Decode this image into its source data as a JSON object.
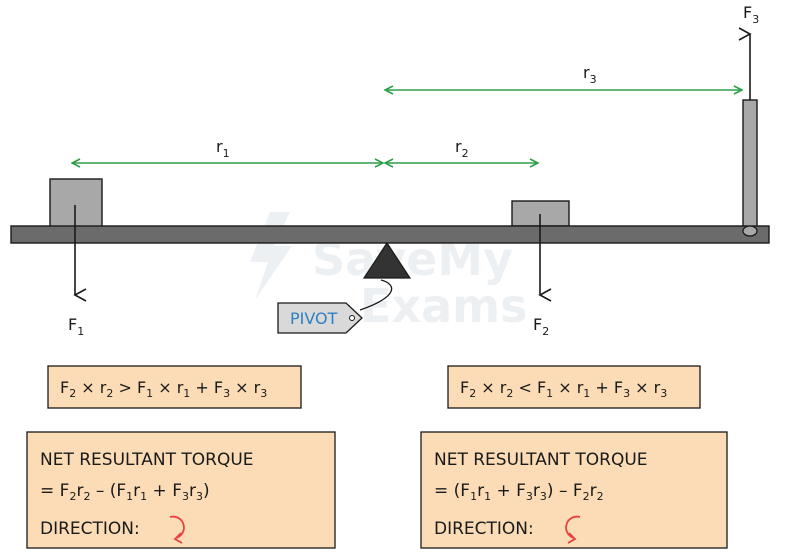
{
  "watermark": {
    "line1": "SaveMy",
    "line2": "Exams"
  },
  "labels": {
    "F1": {
      "main": "F",
      "sub": "1"
    },
    "F2": {
      "main": "F",
      "sub": "2"
    },
    "F3": {
      "main": "F",
      "sub": "3"
    },
    "r1": {
      "main": "r",
      "sub": "1"
    },
    "r2": {
      "main": "r",
      "sub": "2"
    },
    "r3": {
      "main": "r",
      "sub": "3"
    }
  },
  "pivot_tag": "PIVOT",
  "left_inequality": {
    "t1": "F",
    "s1": "2",
    "t2": " × r",
    "s2": "2",
    "t3": "  >  F",
    "s3": "1",
    "t4": " × r",
    "s4": "1",
    "t5": "  +  F",
    "s5": "3",
    "t6": " × r",
    "s6": "3"
  },
  "right_inequality": {
    "t1": "F",
    "s1": "2",
    "t2": " × r",
    "s2": "2",
    "t3": "  <  F",
    "s3": "1",
    "t4": " × r",
    "s4": "1",
    "t5": "  +  F",
    "s5": "3",
    "t6": " × r",
    "s6": "3"
  },
  "left_result": {
    "heading": "NET  RESULTANT  TORQUE",
    "eq": {
      "t1": "= F",
      "s1": "2",
      "t2": "r",
      "s2": "2",
      "t3": " – (F",
      "s3": "1",
      "t4": "r",
      "s4": "1",
      "t5": "  +  F",
      "s5": "3",
      "t6": "r",
      "s6": "3",
      "t7": ")"
    },
    "direction_label": "DIRECTION:",
    "direction_icon": "clockwise-arrow-icon"
  },
  "right_result": {
    "heading": "NET  RESULTANT  TORQUE",
    "eq": {
      "t1": "= (F",
      "s1": "1",
      "t2": "r",
      "s2": "1",
      "t3": "  +  F",
      "s3": "3",
      "t4": "r",
      "s4": "3",
      "t5": ") – F",
      "s5": "2",
      "t6": "r",
      "s6": "2"
    },
    "direction_label": "DIRECTION:",
    "direction_icon": "anticlockwise-arrow-icon"
  },
  "colors": {
    "beam": "#6b6b6b",
    "mass": "#a8a8a8",
    "pivot": "#333333",
    "distance_arrow": "#2e9e48",
    "box_fill": "#fbdcb6",
    "direction_arrow": "#e8413f",
    "pivot_text": "#2f7fc1",
    "tag_fill": "#d9d9d9"
  }
}
